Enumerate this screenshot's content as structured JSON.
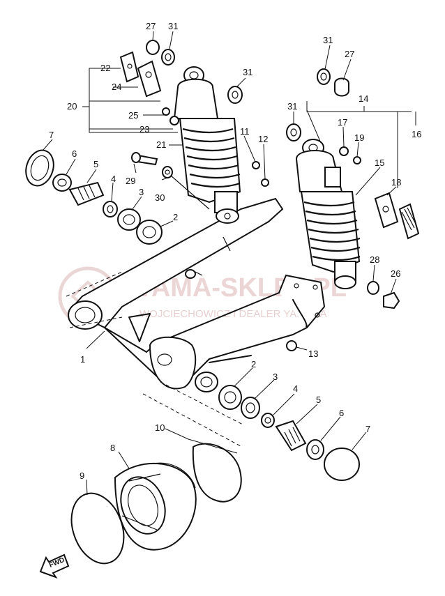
{
  "watermark": {
    "brand": "YAMA-SKLEP.PL",
    "dealer": "WOJCIECHOWICZ I DEALER YAMAHA"
  },
  "forward_marker": "FWD",
  "callouts": [
    "1",
    "2",
    "3",
    "4",
    "5",
    "6",
    "7",
    "8",
    "9",
    "10",
    "11",
    "12",
    "13",
    "14",
    "15",
    "16",
    "17",
    "18",
    "19",
    "20",
    "21",
    "22",
    "23",
    "24",
    "25",
    "26",
    "27",
    "28",
    "29",
    "30",
    "31"
  ],
  "accent_color": "#111111",
  "watermark_color": "#e3c4c4"
}
